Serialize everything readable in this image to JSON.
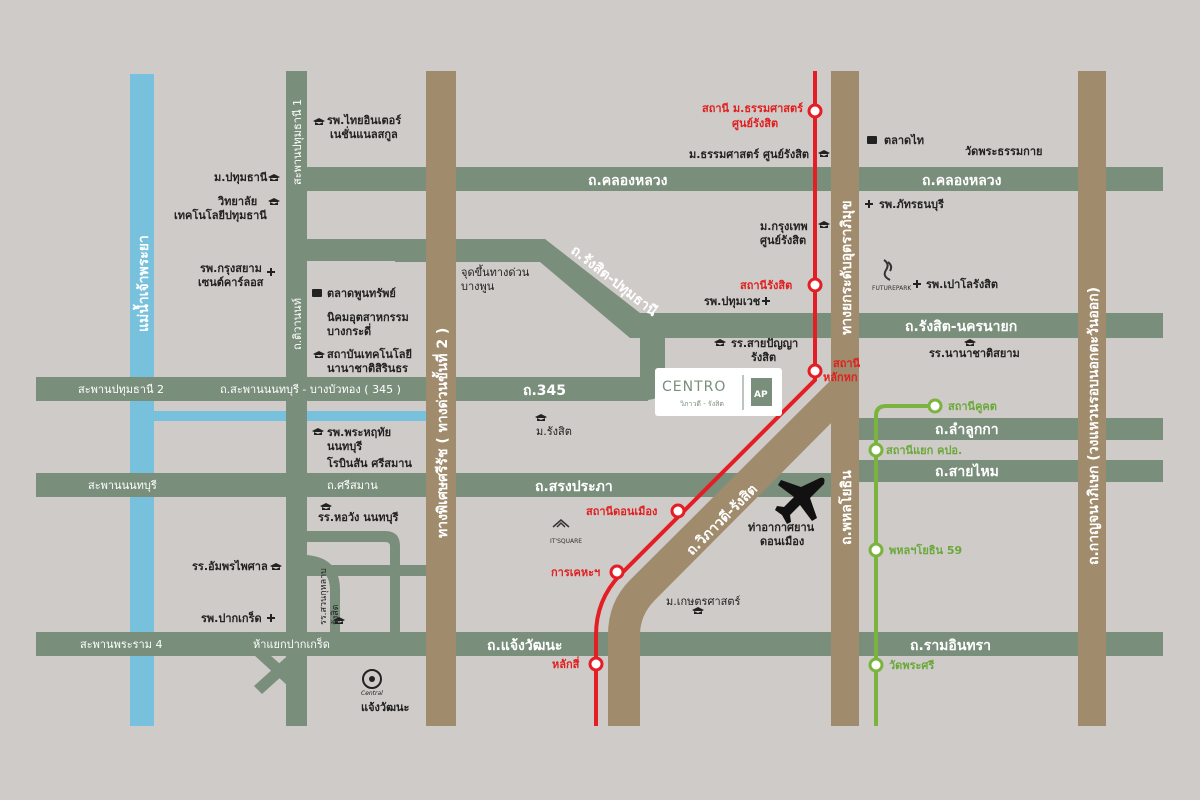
{
  "colors": {
    "background": "#cfcbc8",
    "road_green": "#7a8e7c",
    "road_brown": "#a08b6c",
    "river": "#77c1dc",
    "red_line": "#e31e24",
    "green_line": "#7bb33f",
    "brand": "#7a8e7c"
  },
  "roads": {
    "khlong_luang_left": "ถ.คลองหลวง",
    "khlong_luang_right": "ถ.คลองหลวง",
    "rangsit_pathum": "ถ.รังสิต-ปทุมธานี",
    "rangsit_nakhon_nayok": "ถ.รังสิต-นครนายก",
    "r345": "ถ.345",
    "saphan_pathum2": "สะพานปทุมธานี 2",
    "saphan_nonthaburi_bang_bua_thong": "ถ.สะพานนนทบุรี - บางบัวทอง ( 345 )",
    "saphan_nonthaburi": "สะพานนนทบุรี",
    "srisaman": "ถ.ศรีสมาน",
    "song_prapa": "ถ.สรงประภา",
    "lam_luk_ka": "ถ.ลำลูกกา",
    "sai_mai": "ถ.สายไหม",
    "chaeng_watthana": "ถ.แจ้งวัฒนะ",
    "ram_inthra": "ถ.รามอินทรา",
    "saphan_phra_ram4": "สะพานพระราม 4",
    "hayaek_pak_kret": "ห้าแยกปากเกร็ด",
    "chao_phraya": "แม่น้ำเจ้าพระยา",
    "saphan_pathum1": "สะพานปทุมธานี 1",
    "tiwanon": "ถ.ติวานนท์",
    "expressway": "ทางพิเศษศรีรัช ( ทางด่วนขั้นที่ 2 )",
    "vibhavadi": "ถ.วิภาวดี-รังสิต",
    "phahonyothin": "ถ.พหลโยธิน",
    "kanchanaphisek": "ถ.กาญจนาภิเษก (วงแหวนรอบนอกตะวันออก)",
    "tollway_udon": "ทางยกระดับอุตราภิมุข"
  },
  "red_stations": {
    "thammasat": [
      "สถานี ม.ธรรมศาสตร์",
      "ศูนย์รังสิต"
    ],
    "rangsit": "สถานีรังสิต",
    "lak_hok": [
      "สถานี",
      "หลักหก"
    ],
    "don_mueang": "สถานีดอนเมือง",
    "kan_kheha": "การเคหะฯ",
    "lak_si": "หลักสี่"
  },
  "green_stations": {
    "khu_khot": "สถานีคูคต",
    "yaek_kpo": "สถานีแยก คปอ.",
    "phahon59": "พหลฯโยธิน 59",
    "wat_phra_sri": "วัดพระศรี"
  },
  "places": {
    "thai_inter": [
      "รพ.ไทยอินเตอร์",
      "เนชั่นแนลสกูล"
    ],
    "pathum_uni": "ม.ปทุมธานี",
    "pathum_tech": [
      "วิทยาลัย",
      "เทคโนโลยีปทุมธานี"
    ],
    "krungsiam": [
      "รพ.กรุงสยาม",
      "เซนต์คาร์ลอส"
    ],
    "talat_phun": "ตลาดพูนทรัพย์",
    "nikhom": [
      "นิคมอุตสาหกรรม",
      "บางกระดี่"
    ],
    "sirindhorn": [
      "สถาบันเทคโนโลยี",
      "นานาชาติสิรินธร"
    ],
    "expressway_start": [
      "จุดขึ้นทางด่วน",
      "บางพูน"
    ],
    "phra_phutthachinarat": [
      "รพ.พระหฤทัย",
      "นนทบุรี"
    ],
    "srisaman_school": "โรบินสัน ศรีสมาน",
    "ho_wang": "รร.หอวัง นนทบุรี",
    "assumption": "รร.อัมพรไพศาล",
    "pak_kret_hosp": "รพ.ปากเกร็ด",
    "chaengwattana_school": [
      "รร.สวนกุหลาบ",
      "รังสิต"
    ],
    "central": "แจ้งวัฒนะ",
    "itsquare": "IT'SQUARE",
    "m_rangsit": "ม.รังสิต",
    "talat_thai": "ตลาดไท",
    "wat_thammakai": "วัดพระธรรมกาย",
    "thammasat_rangsit": "ม.ธรรมศาสตร์ ศูนย์รังสิต",
    "phatharathon": "รพ.ภัทรธนบุรี",
    "bangkok_uni": [
      "ม.กรุงเทพ",
      "ศูนย์รังสิต"
    ],
    "future_park": "FUTUREPARK",
    "paolo": "รพ.เปาโลรังสิต",
    "pathum_wet": "รพ.ปทุมเวช",
    "saipanya": [
      "รร.สายปัญญา",
      "รังสิต"
    ],
    "nanachat_siam": "รร.นานาชาติสยาม",
    "airport": [
      "ท่าอากาศยาน",
      "ดอนเมือง"
    ],
    "kasetsart": "ม.เกษตรศาสตร์"
  },
  "logo": {
    "name": "CENTRO",
    "sub": "วิภาวดี - รังสิต",
    "ap": "AP"
  }
}
